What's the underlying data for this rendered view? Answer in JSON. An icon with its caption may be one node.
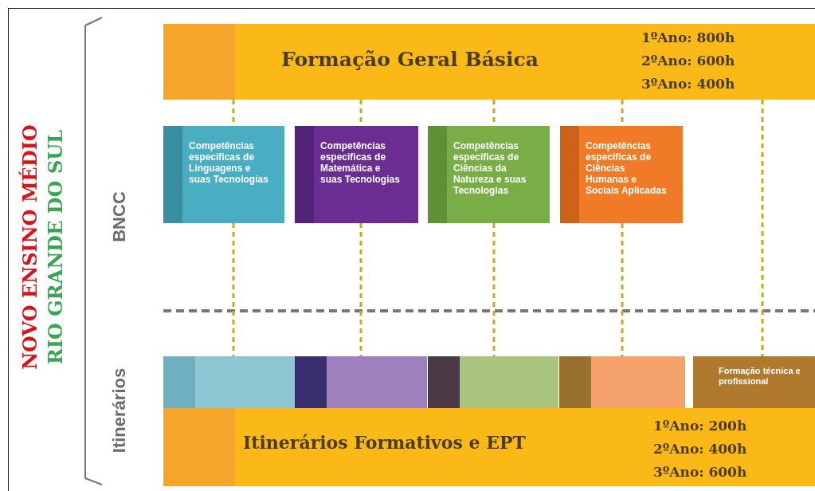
{
  "diagram": {
    "nodes": [
      {
        "text": [
          "Formação Geral Básica",
          "1ºAno: 800h",
          "2ºAno: 600h",
          "3ºAno: 400h"
        ]
      },
      {
        "text": [
          "Competências especificas de Linguagens e suas Tecnologias"
        ]
      },
      {
        "text": [
          "Competências especificas de Matemática e suas Tecnologias"
        ]
      },
      {
        "text": [
          "Competências especificas de Ciências da Natureza e suas Tecnologias"
        ]
      },
      {
        "text": [
          "Competências especificas de Ciências Humanas e Sociais Aplicadas"
        ]
      },
      {
        "text": [],
        "shape": "bar"
      },
      {
        "text": [],
        "shape": "bar"
      },
      {
        "text": [],
        "shape": "bar"
      },
      {
        "text": [],
        "shape": "bar"
      },
      {
        "text": [
          "Formação técnica e profissional"
        ]
      },
      {
        "text": [
          "Itinerários Formativos e EPT",
          "1ºAno: 200h",
          "2ºAno: 400h",
          "3ºAno: 600h"
        ]
      }
    ],
    "edges": [
      {
        "from": 0,
        "to": 1,
        "arrow": "none",
        "style": "dashed"
      },
      {
        "from": 0,
        "to": 2,
        "arrow": "none",
        "style": "dashed"
      },
      {
        "from": 0,
        "to": 3,
        "arrow": "none",
        "style": "dashed"
      },
      {
        "from": 0,
        "to": 4,
        "arrow": "none",
        "style": "dashed"
      },
      {
        "from": 1,
        "to": 5,
        "arrow": "none",
        "style": "dashed"
      },
      {
        "from": 2,
        "to": 6,
        "arrow": "none",
        "style": "dashed"
      },
      {
        "from": 3,
        "to": 7,
        "arrow": "none",
        "style": "dashed"
      },
      {
        "from": 4,
        "to": 8,
        "arrow": "none",
        "style": "dashed"
      },
      {
        "from": 0,
        "to": 9,
        "arrow": "none",
        "style": "dashed"
      }
    ],
    "labels": [
      "NOVO ENSINO MÉDIO",
      "RIO GRANDE DO SUL",
      "BNCC",
      "Itinerários"
    ]
  }
}
